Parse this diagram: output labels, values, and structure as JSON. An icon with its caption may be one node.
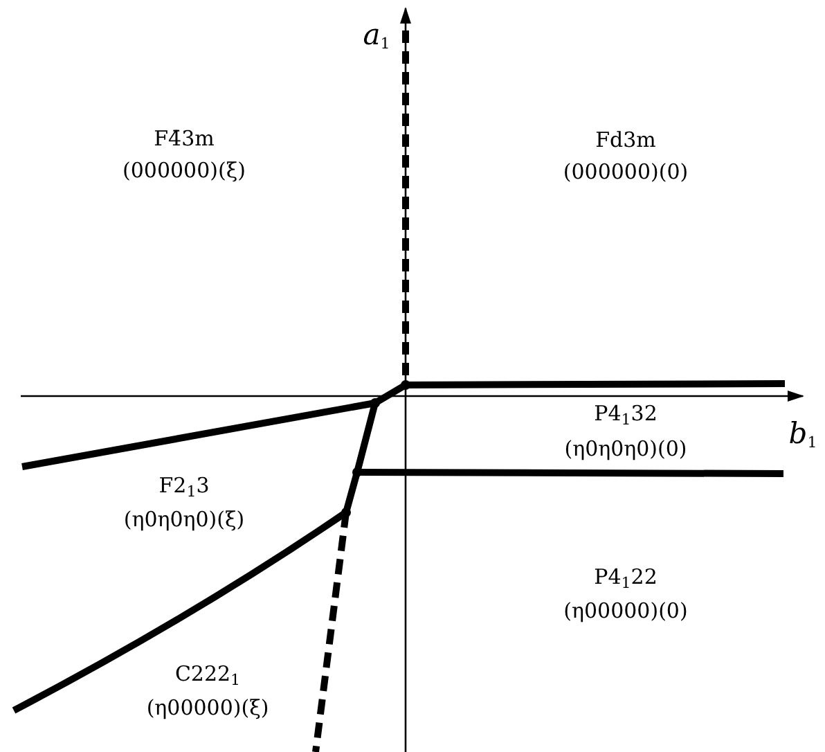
{
  "diagram": {
    "labels": [
      "*a*$_{1}$",
      "F4̄3m",
      "(000000)(ξ)",
      "Fd3m",
      "(000000)(0)",
      "P4$_{1}$32",
      "(η0η0η0)(0)",
      "*b*$_{1}$",
      "F2$_{1}$3",
      "(η0η0η0)(ξ)",
      "P4$_{1}$22",
      "(η00000)(0)",
      "C222$_{1}$",
      "(η00000)(ξ)"
    ]
  }
}
